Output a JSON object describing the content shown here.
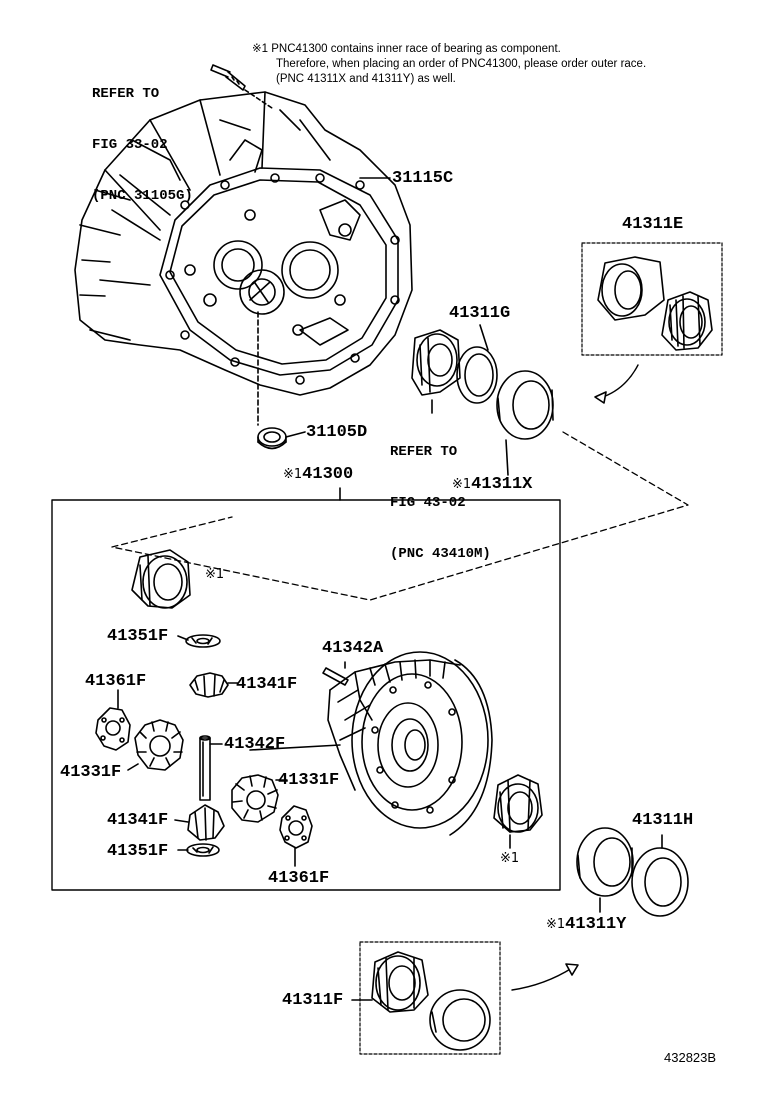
{
  "note": {
    "mark": "※1",
    "lines": [
      "PNC41300 contains inner race of bearing as component.",
      "Therefore, when placing an order of PNC41300, please order outer race.",
      "(PNC 41311X and 41311Y) as well."
    ]
  },
  "refs": {
    "ref1": [
      "REFER TO",
      "FIG 33-02",
      "(PNC 31105G)"
    ],
    "ref2": [
      "REFER TO",
      "FIG 43-02",
      "(PNC 43410M)"
    ]
  },
  "labels": {
    "p31115C": "31115C",
    "p31105D": "31105D",
    "p41311E": "41311E",
    "p41311G": "41311G",
    "p41311X": "41311X",
    "p41300": "41300",
    "p41351F_a": "41351F",
    "p41342A": "41342A",
    "p41361F_a": "41361F",
    "p41341F_a": "41341F",
    "p41342F": "41342F",
    "p41331F_a": "41331F",
    "p41331F_b": "41331F",
    "p41341F_b": "41341F",
    "p41351F_b": "41351F",
    "p41361F_b": "41361F",
    "p41311H": "41311H",
    "p41311Y": "41311Y",
    "p41311F": "41311F"
  },
  "marks": {
    "m41311X": "※1",
    "m41300": "※1",
    "m41311Y": "※1",
    "m_bearing_top": "※1",
    "m_bearing_bottom": "※1"
  },
  "figure_id": "432823B"
}
